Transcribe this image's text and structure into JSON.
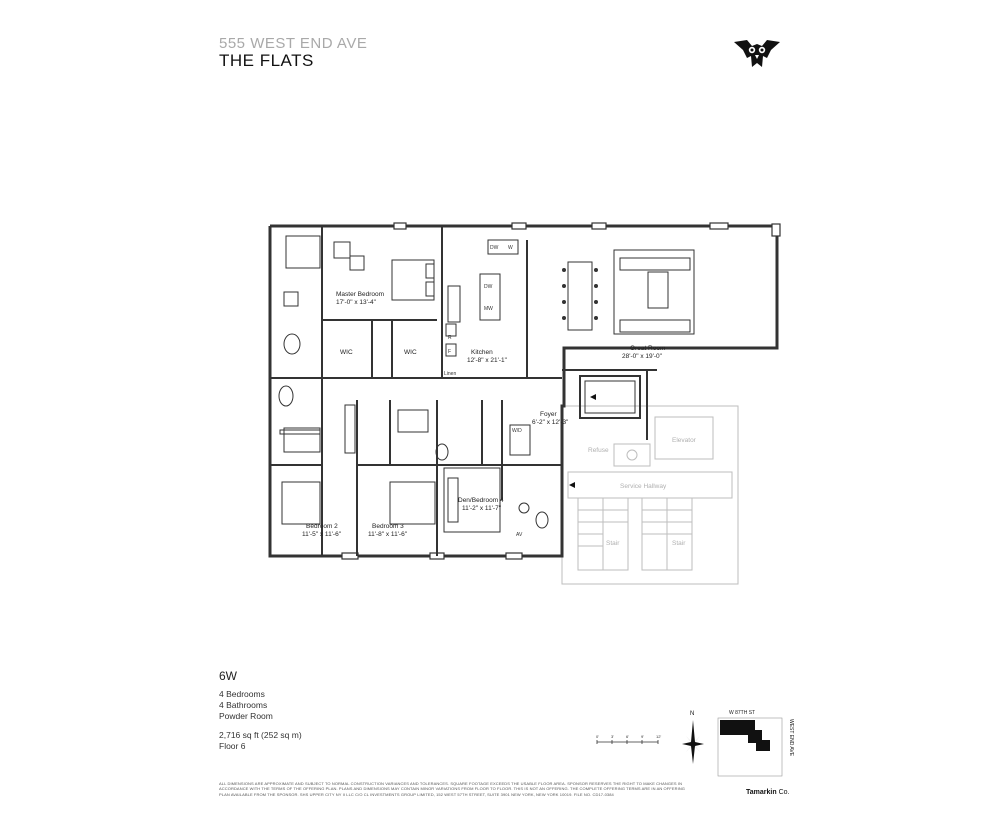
{
  "header": {
    "address": "555 WEST END AVE",
    "title": "THE FLATS"
  },
  "rooms": {
    "master_bedroom": {
      "name": "Master Bedroom",
      "dims": "17'-0\" x 13'-4\""
    },
    "wic_1": "WIC",
    "wic_2": "WIC",
    "kitchen": {
      "name": "Kitchen",
      "dims": "12'-8\" x 21'-1\""
    },
    "great_room": {
      "name": "Great Room",
      "dims": "28'-0\" x 19'-0\""
    },
    "foyer": {
      "name": "Foyer",
      "dims": "6'-2\" x 12'-3\""
    },
    "den_bedroom_4": {
      "name": "Den/Bedroom 4",
      "dims": "11'-2\" x 11'-7\""
    },
    "bedroom_2": {
      "name": "Bedroom 2",
      "dims": "11'-5\" x 11'-6\""
    },
    "bedroom_3": {
      "name": "Bedroom 3",
      "dims": "11'-8\" x 11'-6\""
    },
    "refuse": "Refuse",
    "elevator": "Elevator",
    "service_hallway": "Service Hallway",
    "stair_1": "Stair",
    "stair_2": "Stair"
  },
  "fixtures": {
    "dw_top": "DW",
    "w_top": "W",
    "dw_island": "DW",
    "mw_island": "MW",
    "r": "R",
    "f": "F",
    "linen": "Linen",
    "wd": "W/D",
    "av": "AV"
  },
  "unit": {
    "name": "6W",
    "bedrooms": "4 Bedrooms",
    "bathrooms": "4 Bathrooms",
    "powder": "Powder Room",
    "area": "2,716 sq ft (252 sq m)",
    "floor": "Floor 6"
  },
  "scale": {
    "ticks": [
      "0'",
      "3'",
      "6'",
      "9'",
      "12'"
    ]
  },
  "compass": {
    "north": "N"
  },
  "keymap": {
    "street": "W 87TH ST",
    "avenue": "WEST END AVE"
  },
  "disclaimer": "ALL DIMENSIONS ARE APPROXIMATE AND SUBJECT TO NORMAL CONSTRUCTION VARIANCES AND TOLERANCES. SQUARE FOOTAGE EXCEEDS THE USABLE FLOOR AREA. SPONSOR RESERVES THE RIGHT TO MAKE CHANGES IN ACCORDANCE WITH THE TERMS OF THE OFFERING PLAN. PLANS AND DIMENSIONS MAY CONTAIN MINOR VARIATIONS FROM FLOOR TO FLOOR. THIS IS NOT AN OFFERING. THE COMPLETE OFFERING TERMS ARE IN AN OFFERING PLAN AVAILABLE FROM THE SPONSOR. SHS UPPER CITY NY II LLC C/O CL INVESTMENTS GROUP LIMITED, 152 WEST 57TH STREET, SUITE 3901 NEW YORK, NEW YORK 10019. FILE NO. CD17-0384",
  "brand": {
    "name": "Tamarkin",
    "suffix": "Co."
  },
  "colors": {
    "wall": "#333333",
    "common_area": "#bdbdbd",
    "address_gray": "#a9a9a9"
  }
}
